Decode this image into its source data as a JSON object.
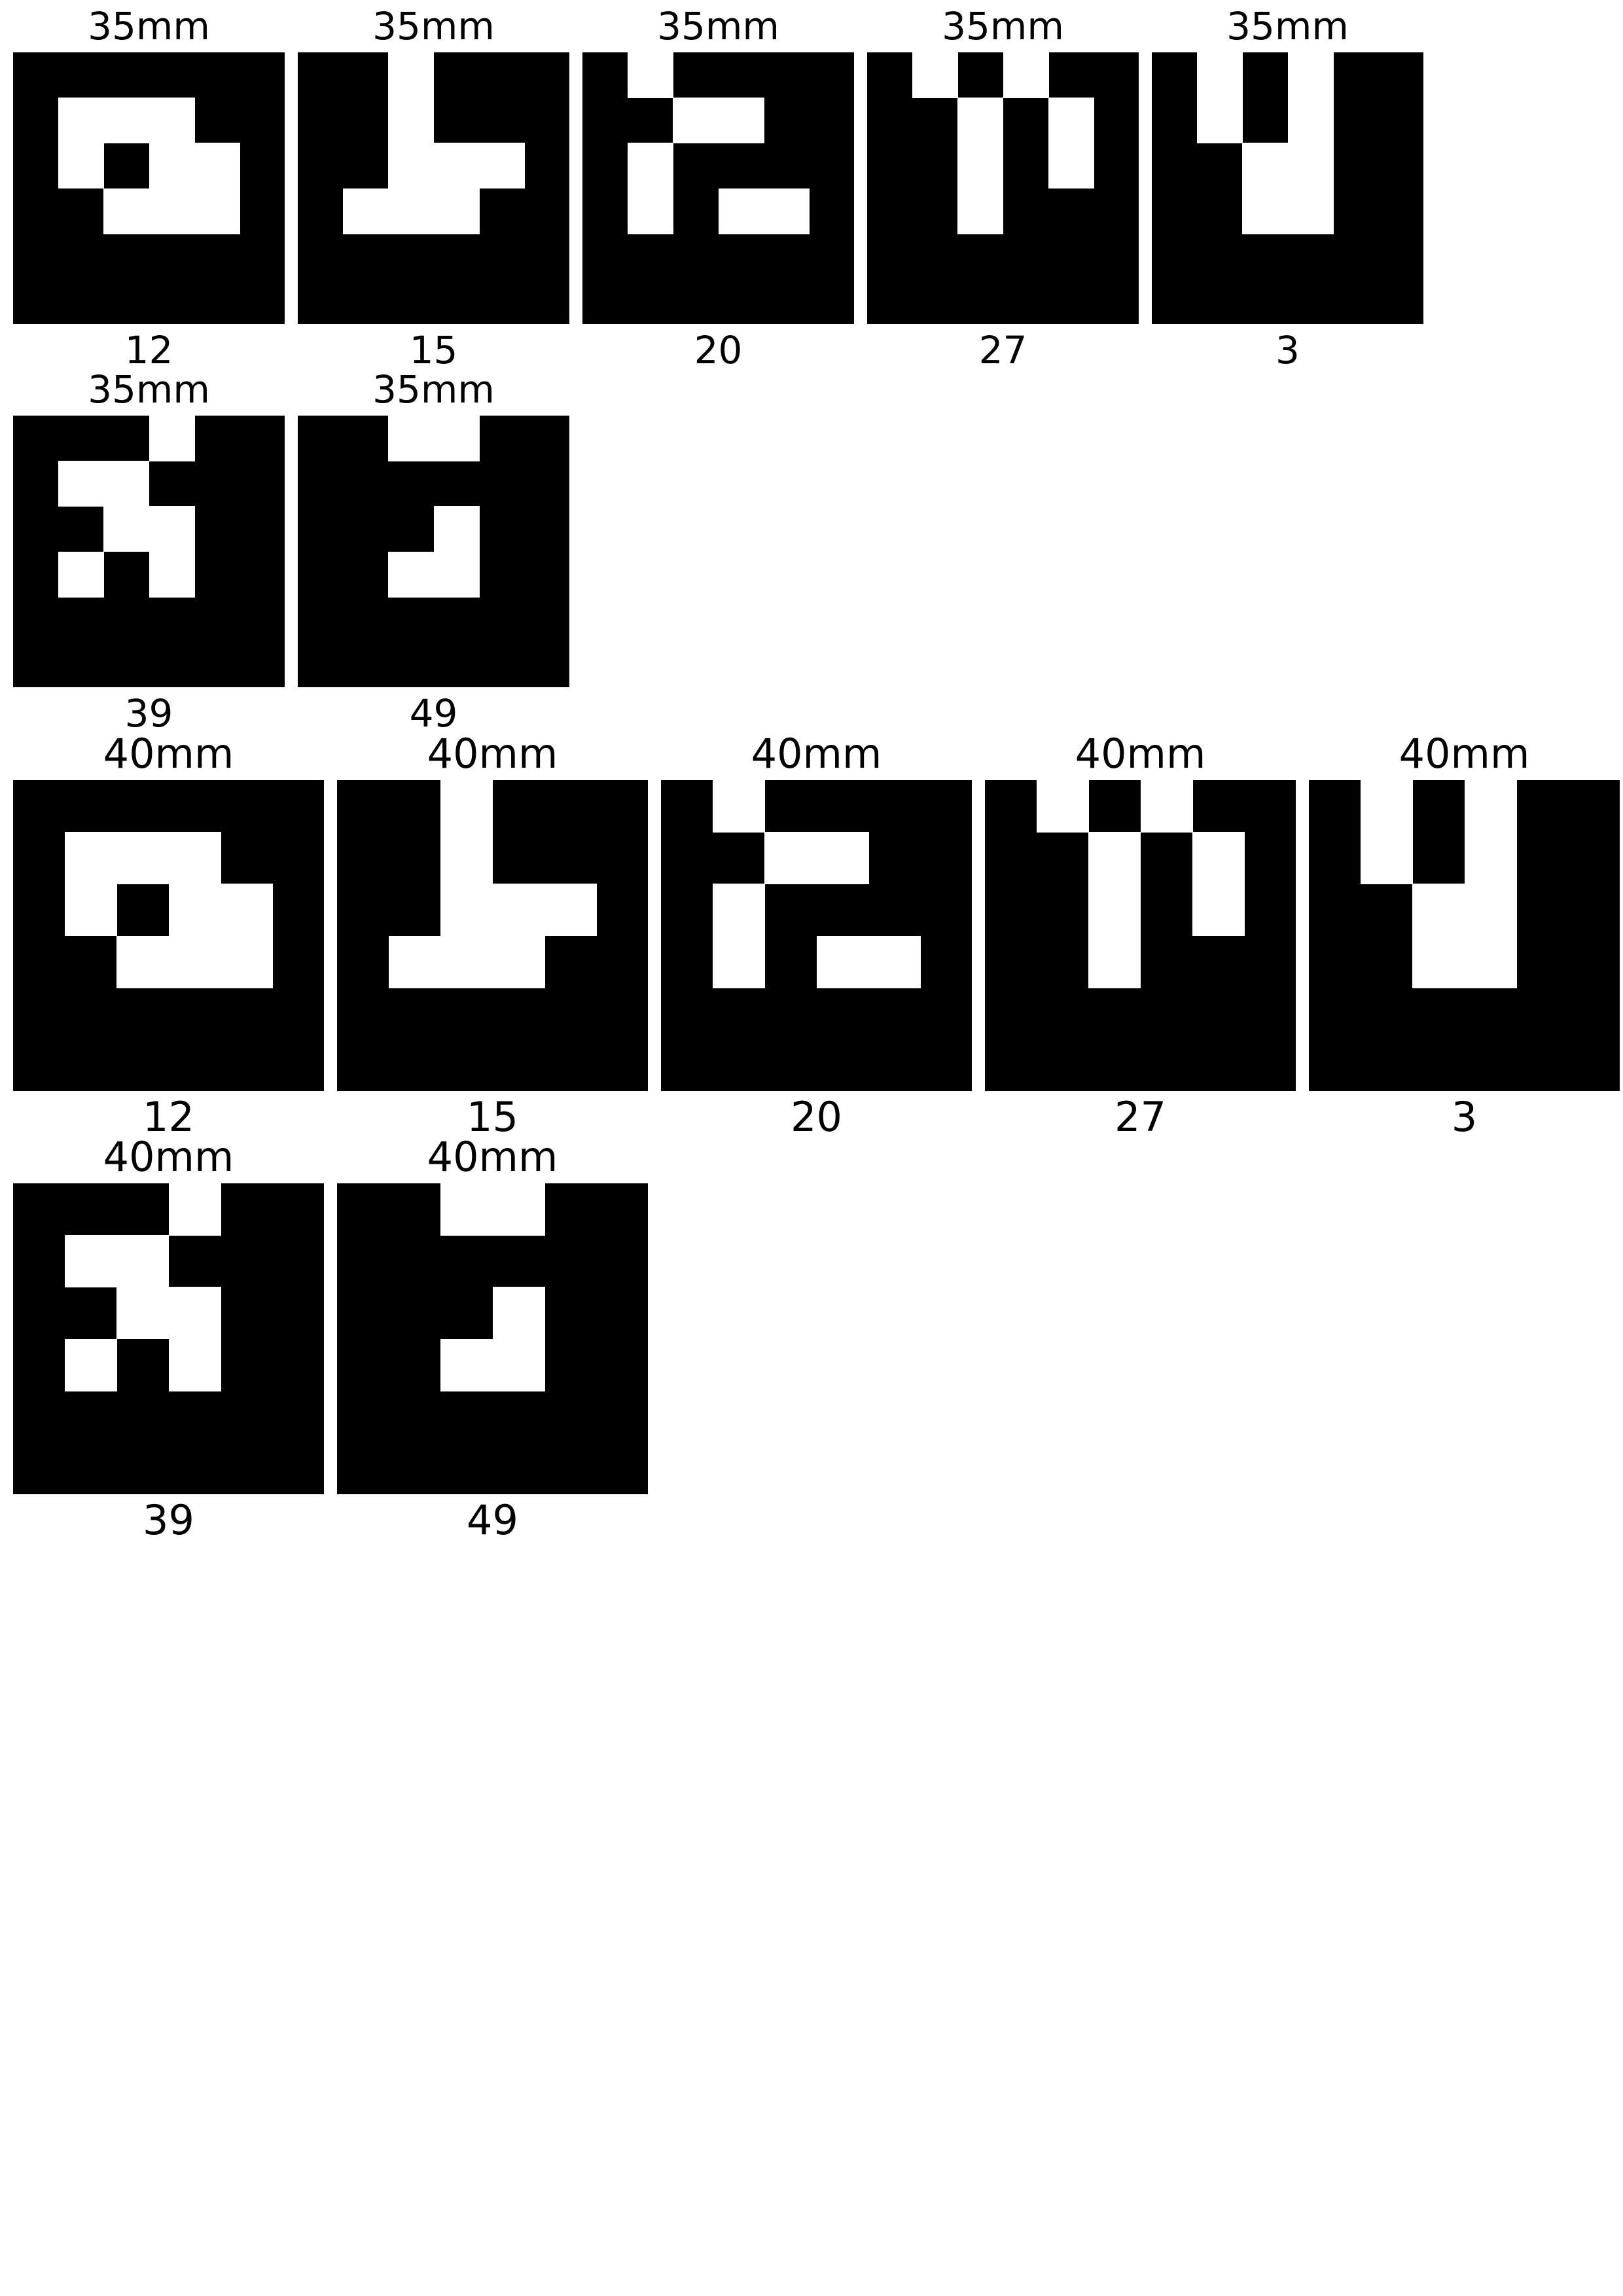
{
  "page": {
    "background": "#ffffff",
    "ink": "#000000"
  },
  "groups": [
    {
      "size_label": "35mm",
      "markers": [
        {
          "id": "12",
          "bits": [
            "00000",
            "01110",
            "01011",
            "00111",
            "00000"
          ]
        },
        {
          "id": "15",
          "bits": [
            "00100",
            "00100",
            "00111",
            "01110",
            "00000"
          ]
        },
        {
          "id": "20",
          "bits": [
            "01000",
            "00110",
            "01000",
            "01011",
            "00000"
          ]
        },
        {
          "id": "27",
          "bits": [
            "01010",
            "00101",
            "00101",
            "00100",
            "00000"
          ]
        },
        {
          "id": "3",
          "bits": [
            "01010",
            "01010",
            "00110",
            "00110",
            "00000"
          ]
        },
        {
          "id": "39",
          "bits": [
            "00010",
            "01100",
            "00110",
            "01010",
            "00000"
          ]
        },
        {
          "id": "49",
          "bits": [
            "00110",
            "00000",
            "00010",
            "00110",
            "00000"
          ]
        }
      ]
    },
    {
      "size_label": "40mm",
      "markers": [
        {
          "id": "12",
          "bits": [
            "00000",
            "01110",
            "01011",
            "00111",
            "00000"
          ]
        },
        {
          "id": "15",
          "bits": [
            "00100",
            "00100",
            "00111",
            "01110",
            "00000"
          ]
        },
        {
          "id": "20",
          "bits": [
            "01000",
            "00110",
            "01000",
            "01011",
            "00000"
          ]
        },
        {
          "id": "27",
          "bits": [
            "01010",
            "00101",
            "00101",
            "00100",
            "00000"
          ]
        },
        {
          "id": "3",
          "bits": [
            "01010",
            "01010",
            "00110",
            "00110",
            "00000"
          ]
        },
        {
          "id": "39",
          "bits": [
            "00010",
            "01100",
            "00110",
            "01010",
            "00000"
          ]
        },
        {
          "id": "49",
          "bits": [
            "00110",
            "00000",
            "00010",
            "00110",
            "00000"
          ]
        }
      ]
    }
  ]
}
